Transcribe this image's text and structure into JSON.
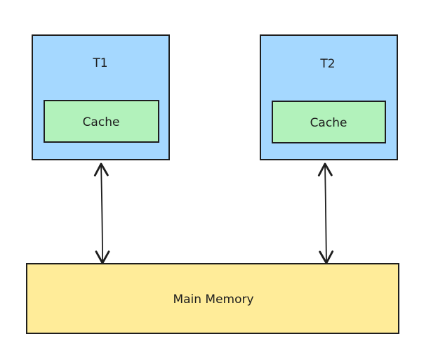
{
  "diagram": {
    "threads": [
      {
        "label": "T1",
        "cache_label": "Cache"
      },
      {
        "label": "T2",
        "cache_label": "Cache"
      }
    ],
    "memory": {
      "label": "Main Memory"
    },
    "colors": {
      "thread_fill": "#a5d8ff",
      "cache_fill": "#b2f2bb",
      "memory_fill": "#ffec99",
      "stroke": "#1e1e1e",
      "background": "#ffffff"
    }
  }
}
